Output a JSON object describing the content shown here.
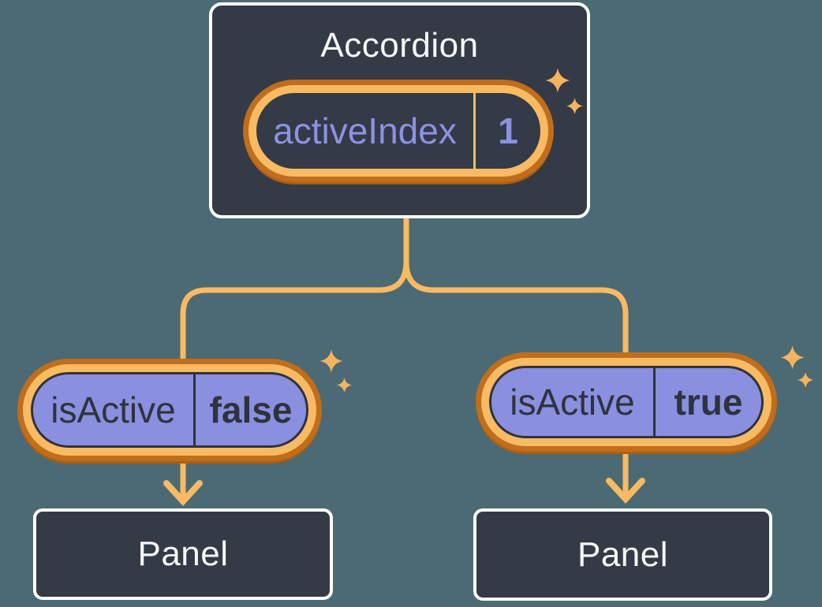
{
  "colors": {
    "background": "#4C6A73",
    "box_fill": "#343A46",
    "box_border": "#FFFFFF",
    "text_light": "#F6F7F9",
    "text_dark": "#2E333D",
    "purple_fill": "#8A8FE0",
    "purple_text": "#8B92E4",
    "orange_light": "#F8BA62",
    "orange_dark": "#C06E1B",
    "orange_star": "#F4B45E"
  },
  "icons": {
    "sparkle": "✦"
  },
  "root_box": {
    "title": "Accordion",
    "pill": {
      "label": "activeIndex",
      "value": "1"
    }
  },
  "left_branch": {
    "pill": {
      "label": "isActive",
      "value": "false"
    },
    "panel_label": "Panel"
  },
  "right_branch": {
    "pill": {
      "label": "isActive",
      "value": "true"
    },
    "panel_label": "Panel"
  }
}
